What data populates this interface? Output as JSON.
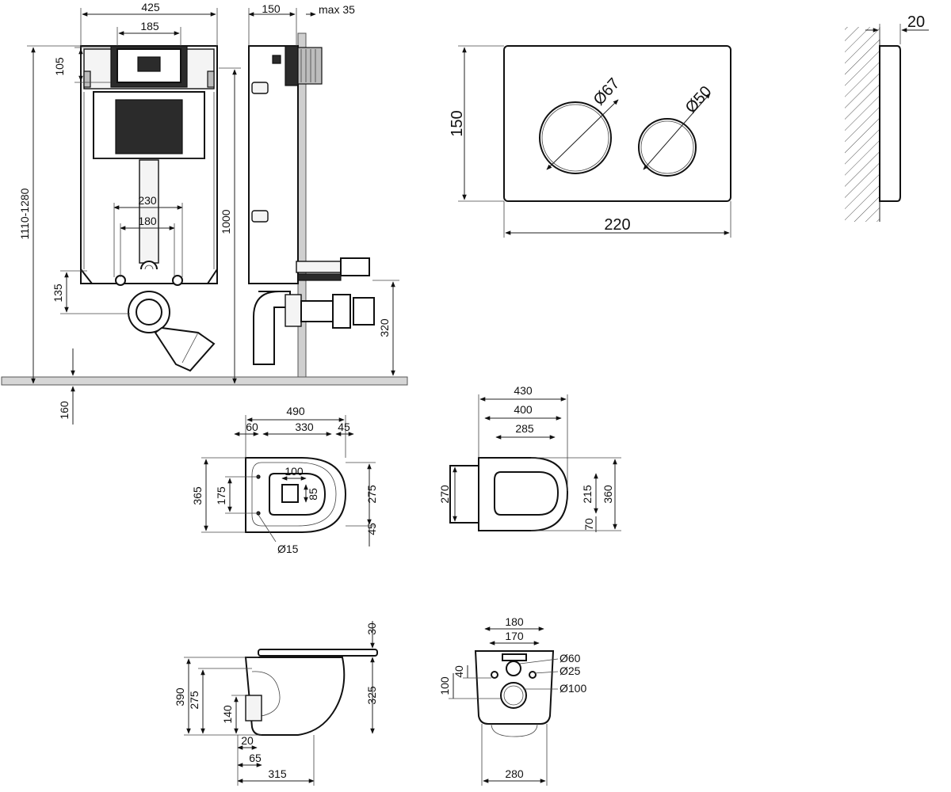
{
  "installation_frame": {
    "front_dims": {
      "width": "425",
      "top_width": "185",
      "top_height": "105",
      "total_height": "1110-1280",
      "outlet_spacing_outer": "230",
      "outlet_spacing_inner": "180",
      "drain_height": "135",
      "floor_offset": "160",
      "frame_height": "1000"
    },
    "side_dims": {
      "depth": "150",
      "max_wall": "max 35",
      "outlet_height": "320"
    }
  },
  "flush_plate": {
    "height": "150",
    "width": "220",
    "big_button": "Ø67",
    "small_button": "Ø50",
    "thickness": "20"
  },
  "bowl_top": {
    "total_length": "490",
    "left_offset": "60",
    "mid": "330",
    "right_offset": "45",
    "width": "365",
    "mount_spacing": "175",
    "inner_width": "275",
    "inner_bottom": "45",
    "outlet_width": "100",
    "outlet_height": "85",
    "mount_hole": "Ø15"
  },
  "seat_top": {
    "outer": "430",
    "mid": "400",
    "inner": "285",
    "hinge_width": "270",
    "seat_width": "215",
    "total_width": "360",
    "front_gap": "70"
  },
  "bowl_side": {
    "seat_thickness": "30",
    "total_height": "390",
    "body_height": "275",
    "outlet_height": "140",
    "bowl_height": "325",
    "outlet_depth": "20",
    "back_depth": "65",
    "back_length": "315"
  },
  "bowl_back": {
    "top_width": "180",
    "inner_width": "170",
    "hole_offset": "40",
    "outlet_offset": "100",
    "outlet_hole": "Ø60",
    "water_hole": "Ø25",
    "drain_hole": "Ø100",
    "bottom_width": "280"
  }
}
